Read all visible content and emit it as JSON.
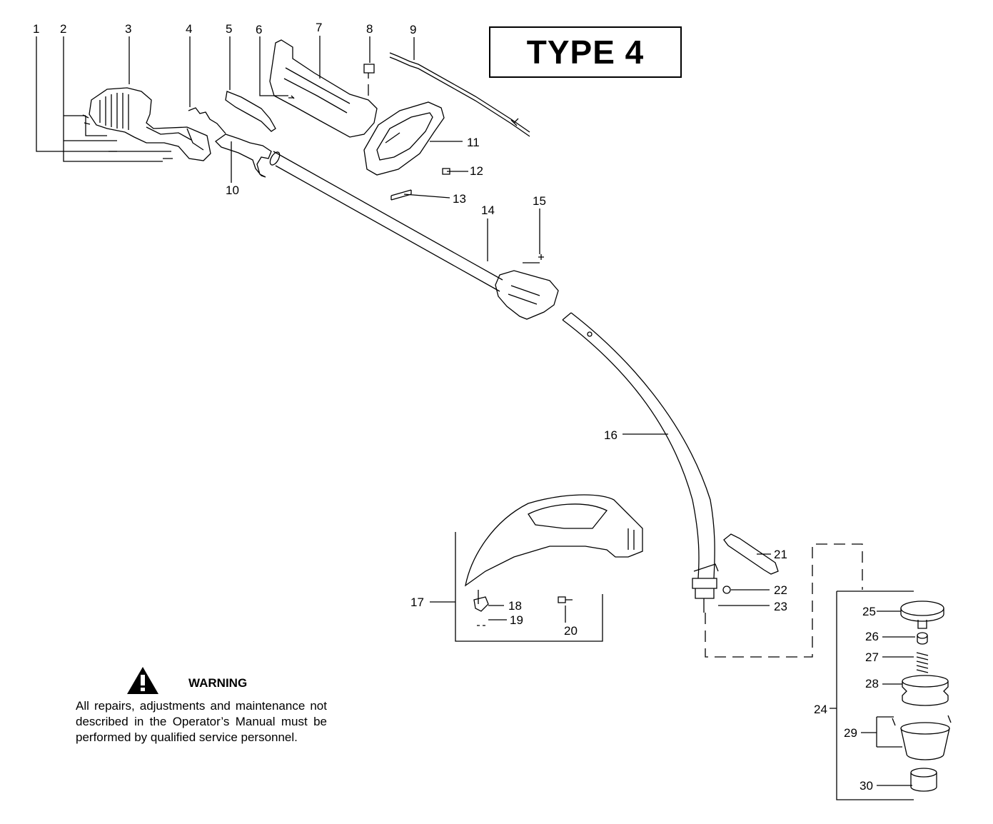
{
  "title": "TYPE 4",
  "warning": {
    "heading": "WARNING",
    "text": "All repairs, adjustments and maintenance not described in the Operator’s Manual must be performed by qualified  service personnel."
  },
  "callouts": [
    "1",
    "2",
    "3",
    "4",
    "5",
    "6",
    "7",
    "8",
    "9",
    "10",
    "11",
    "12",
    "13",
    "14",
    "15",
    "16",
    "17",
    "18",
    "19",
    "20",
    "21",
    "22",
    "23",
    "24",
    "25",
    "26",
    "27",
    "28",
    "29",
    "30"
  ],
  "icons": {
    "warning": "warning-triangle-icon"
  }
}
